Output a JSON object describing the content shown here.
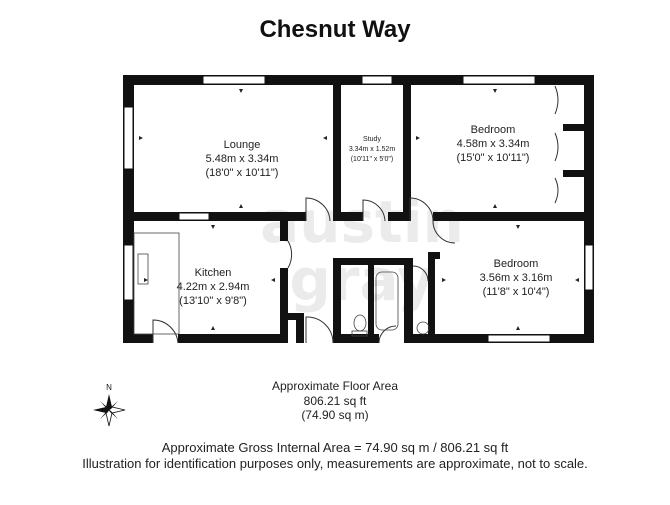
{
  "title": "Chesnut Way",
  "rooms": [
    {
      "name": "Lounge",
      "metric": "5.48m x 3.34m",
      "imperial": "(18'0\" x 10'11\")"
    },
    {
      "name": "Study",
      "metric": "3.34m x 1.52m",
      "imperial": "(10'11\" x 5'0\")"
    },
    {
      "name": "Bedroom",
      "metric": "4.58m x 3.34m",
      "imperial": "(15'0\" x 10'11\")"
    },
    {
      "name": "Kitchen",
      "metric": "4.22m x 2.94m",
      "imperial": "(13'10\" x 9'8\")"
    },
    {
      "name": "Bedroom",
      "metric": "3.56m x 3.16m",
      "imperial": "(11'8\" x 10'4\")"
    }
  ],
  "compass_label": "N",
  "floor_area": {
    "heading": "Approximate Floor Area",
    "sqft": "806.21 sq ft",
    "sqm": "(74.90 sq m)"
  },
  "gross_area": "Approximate Gross Internal Area = 74.90 sq m / 806.21 sq ft",
  "disclaimer": "Illustration for identification purposes only, measurements are approximate, not to scale.",
  "watermark": [
    "austin",
    "gray"
  ],
  "colors": {
    "wall": "#111111",
    "window": "#ffffff",
    "watermark": "#a9a9a9"
  }
}
